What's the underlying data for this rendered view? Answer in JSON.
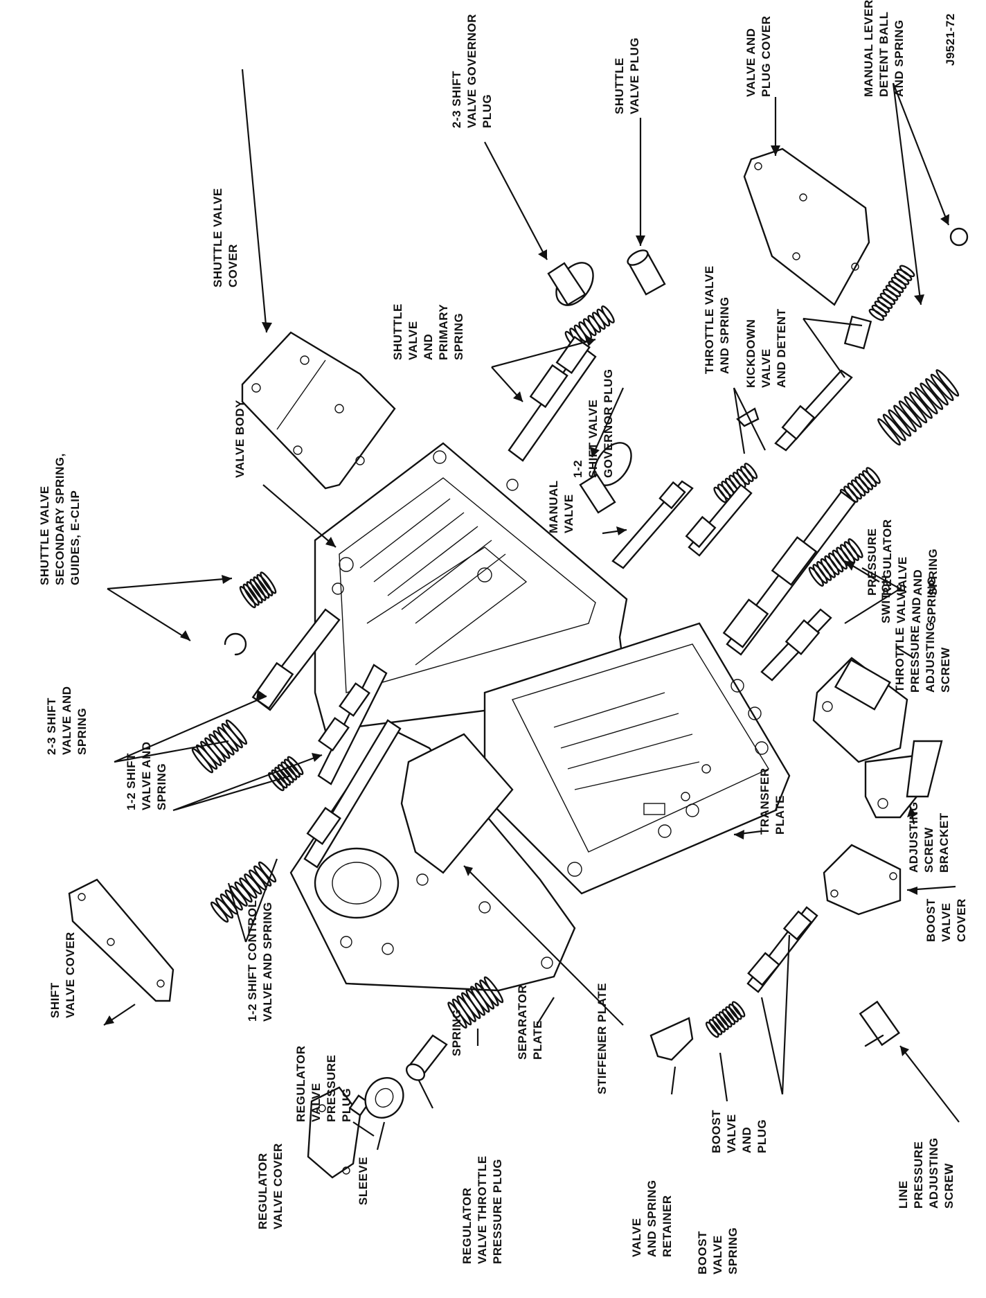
{
  "figure_id": "J9521-72",
  "labels": {
    "shuttle_valve_cover": [
      "SHUTTLE VALVE",
      "COVER"
    ],
    "governor_plug_23": [
      "2-3 SHIFT",
      "VALVE GOVERNOR",
      "PLUG"
    ],
    "shuttle_valve_plug": [
      "SHUTTLE",
      "VALVE PLUG"
    ],
    "valve_plug_cover": [
      "VALVE AND",
      "PLUG COVER"
    ],
    "detent_ball": [
      "MANUAL LEVER",
      "DETENT BALL",
      "AND SPRING"
    ],
    "shuttle_valve_primary": [
      "SHUTTLE",
      "VALVE",
      "AND",
      "PRIMARY",
      "SPRING"
    ],
    "governor_plug_12": [
      "1-2",
      "SHIFT VALVE",
      "GOVERNOR PLUG"
    ],
    "throttle_valve": [
      "THROTTLE VALVE",
      "AND SPRING"
    ],
    "kickdown": [
      "KICKDOWN",
      "VALVE",
      "AND DETENT"
    ],
    "valve_body": [
      "VALVE BODY"
    ],
    "shuttle_secondary": [
      "SHUTTLE VALVE",
      "SECONDARY SPRING,",
      "GUIDES, E-CLIP"
    ],
    "manual_valve": [
      "MANUAL",
      "VALVE"
    ],
    "pressure_regulator": [
      "PRESSURE",
      "REGULATOR",
      "VALVE",
      "AND",
      "SPRING"
    ],
    "switch_valve": [
      "SWITCH",
      "VALVE",
      "AND",
      "SPRING"
    ],
    "shift_23": [
      "2-3 SHIFT",
      "VALVE AND",
      "SPRING"
    ],
    "shift_12": [
      "1-2 SHIFT",
      "VALVE AND",
      "SPRING"
    ],
    "throttle_screw": [
      "THROTTLE",
      "PRESSURE",
      "ADJUSTING",
      "SCREW"
    ],
    "transfer_plate": [
      "TRANSFER",
      "PLATE"
    ],
    "adj_bracket": [
      "ADJUSTING",
      "SCREW",
      "BRACKET"
    ],
    "shift_valve_cover": [
      "SHIFT",
      "VALVE COVER"
    ],
    "shift_control_12": [
      "1-2 SHIFT CONTROL",
      "VALVE AND SPRING"
    ],
    "reg_pressure_plug": [
      "REGULATOR",
      "VALVE",
      "PRESSURE",
      "PLUG"
    ],
    "spring": [
      "SPRING"
    ],
    "separator_plate": [
      "SEPARATOR",
      "PLATE"
    ],
    "stiffener_plate": [
      "STIFFENER PLATE"
    ],
    "boost_valve_cover": [
      "BOOST",
      "VALVE",
      "COVER"
    ],
    "boost_valve_plug": [
      "BOOST",
      "VALVE",
      "AND",
      "PLUG"
    ],
    "line_pressure": [
      "LINE",
      "PRESSURE",
      "ADJUSTING",
      "SCREW"
    ],
    "regulator_cover": [
      "REGULATOR",
      "VALVE COVER"
    ],
    "sleeve": [
      "SLEEVE"
    ],
    "reg_throttle_plug": [
      "REGULATOR",
      "VALVE  THROTTLE",
      "PRESSURE PLUG"
    ],
    "retainer": [
      "VALVE",
      "AND SPRING",
      "RETAINER"
    ],
    "boost_valve_spring": [
      "BOOST",
      "VALVE",
      "SPRING"
    ]
  }
}
